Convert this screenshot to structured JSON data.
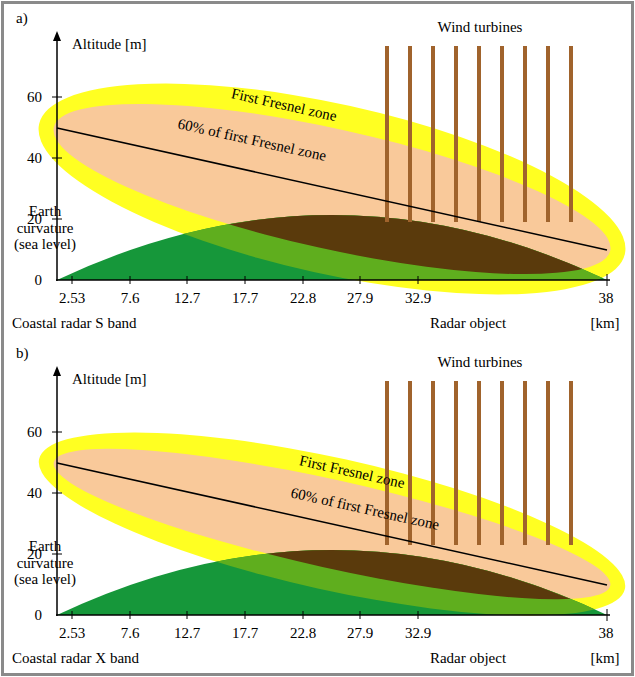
{
  "diagram": {
    "labels": [
      "a)",
      "Altitude [m]",
      "Wind turbines",
      "First Fresnel zone",
      "60% of first Fresnel zone",
      "Earth curvature (sea level)",
      "60",
      "40",
      "20",
      "0",
      "2.53",
      "7.6",
      "12.7",
      "17.7",
      "22.8",
      "27.9",
      "32.9",
      "38",
      "Coastal radar S band",
      "Radar object",
      "[km]",
      "b)",
      "Altitude [m]",
      "Wind turbines",
      "First Fresnel zone",
      "60% of first Fresnel zone",
      "Earth curvature (sea level)",
      "60",
      "40",
      "20",
      "0",
      "2.53",
      "7.6",
      "12.7",
      "17.7",
      "22.8",
      "27.9",
      "32.9",
      "38",
      "Coastal radar X band",
      "Radar object",
      "[km]"
    ]
  }
}
